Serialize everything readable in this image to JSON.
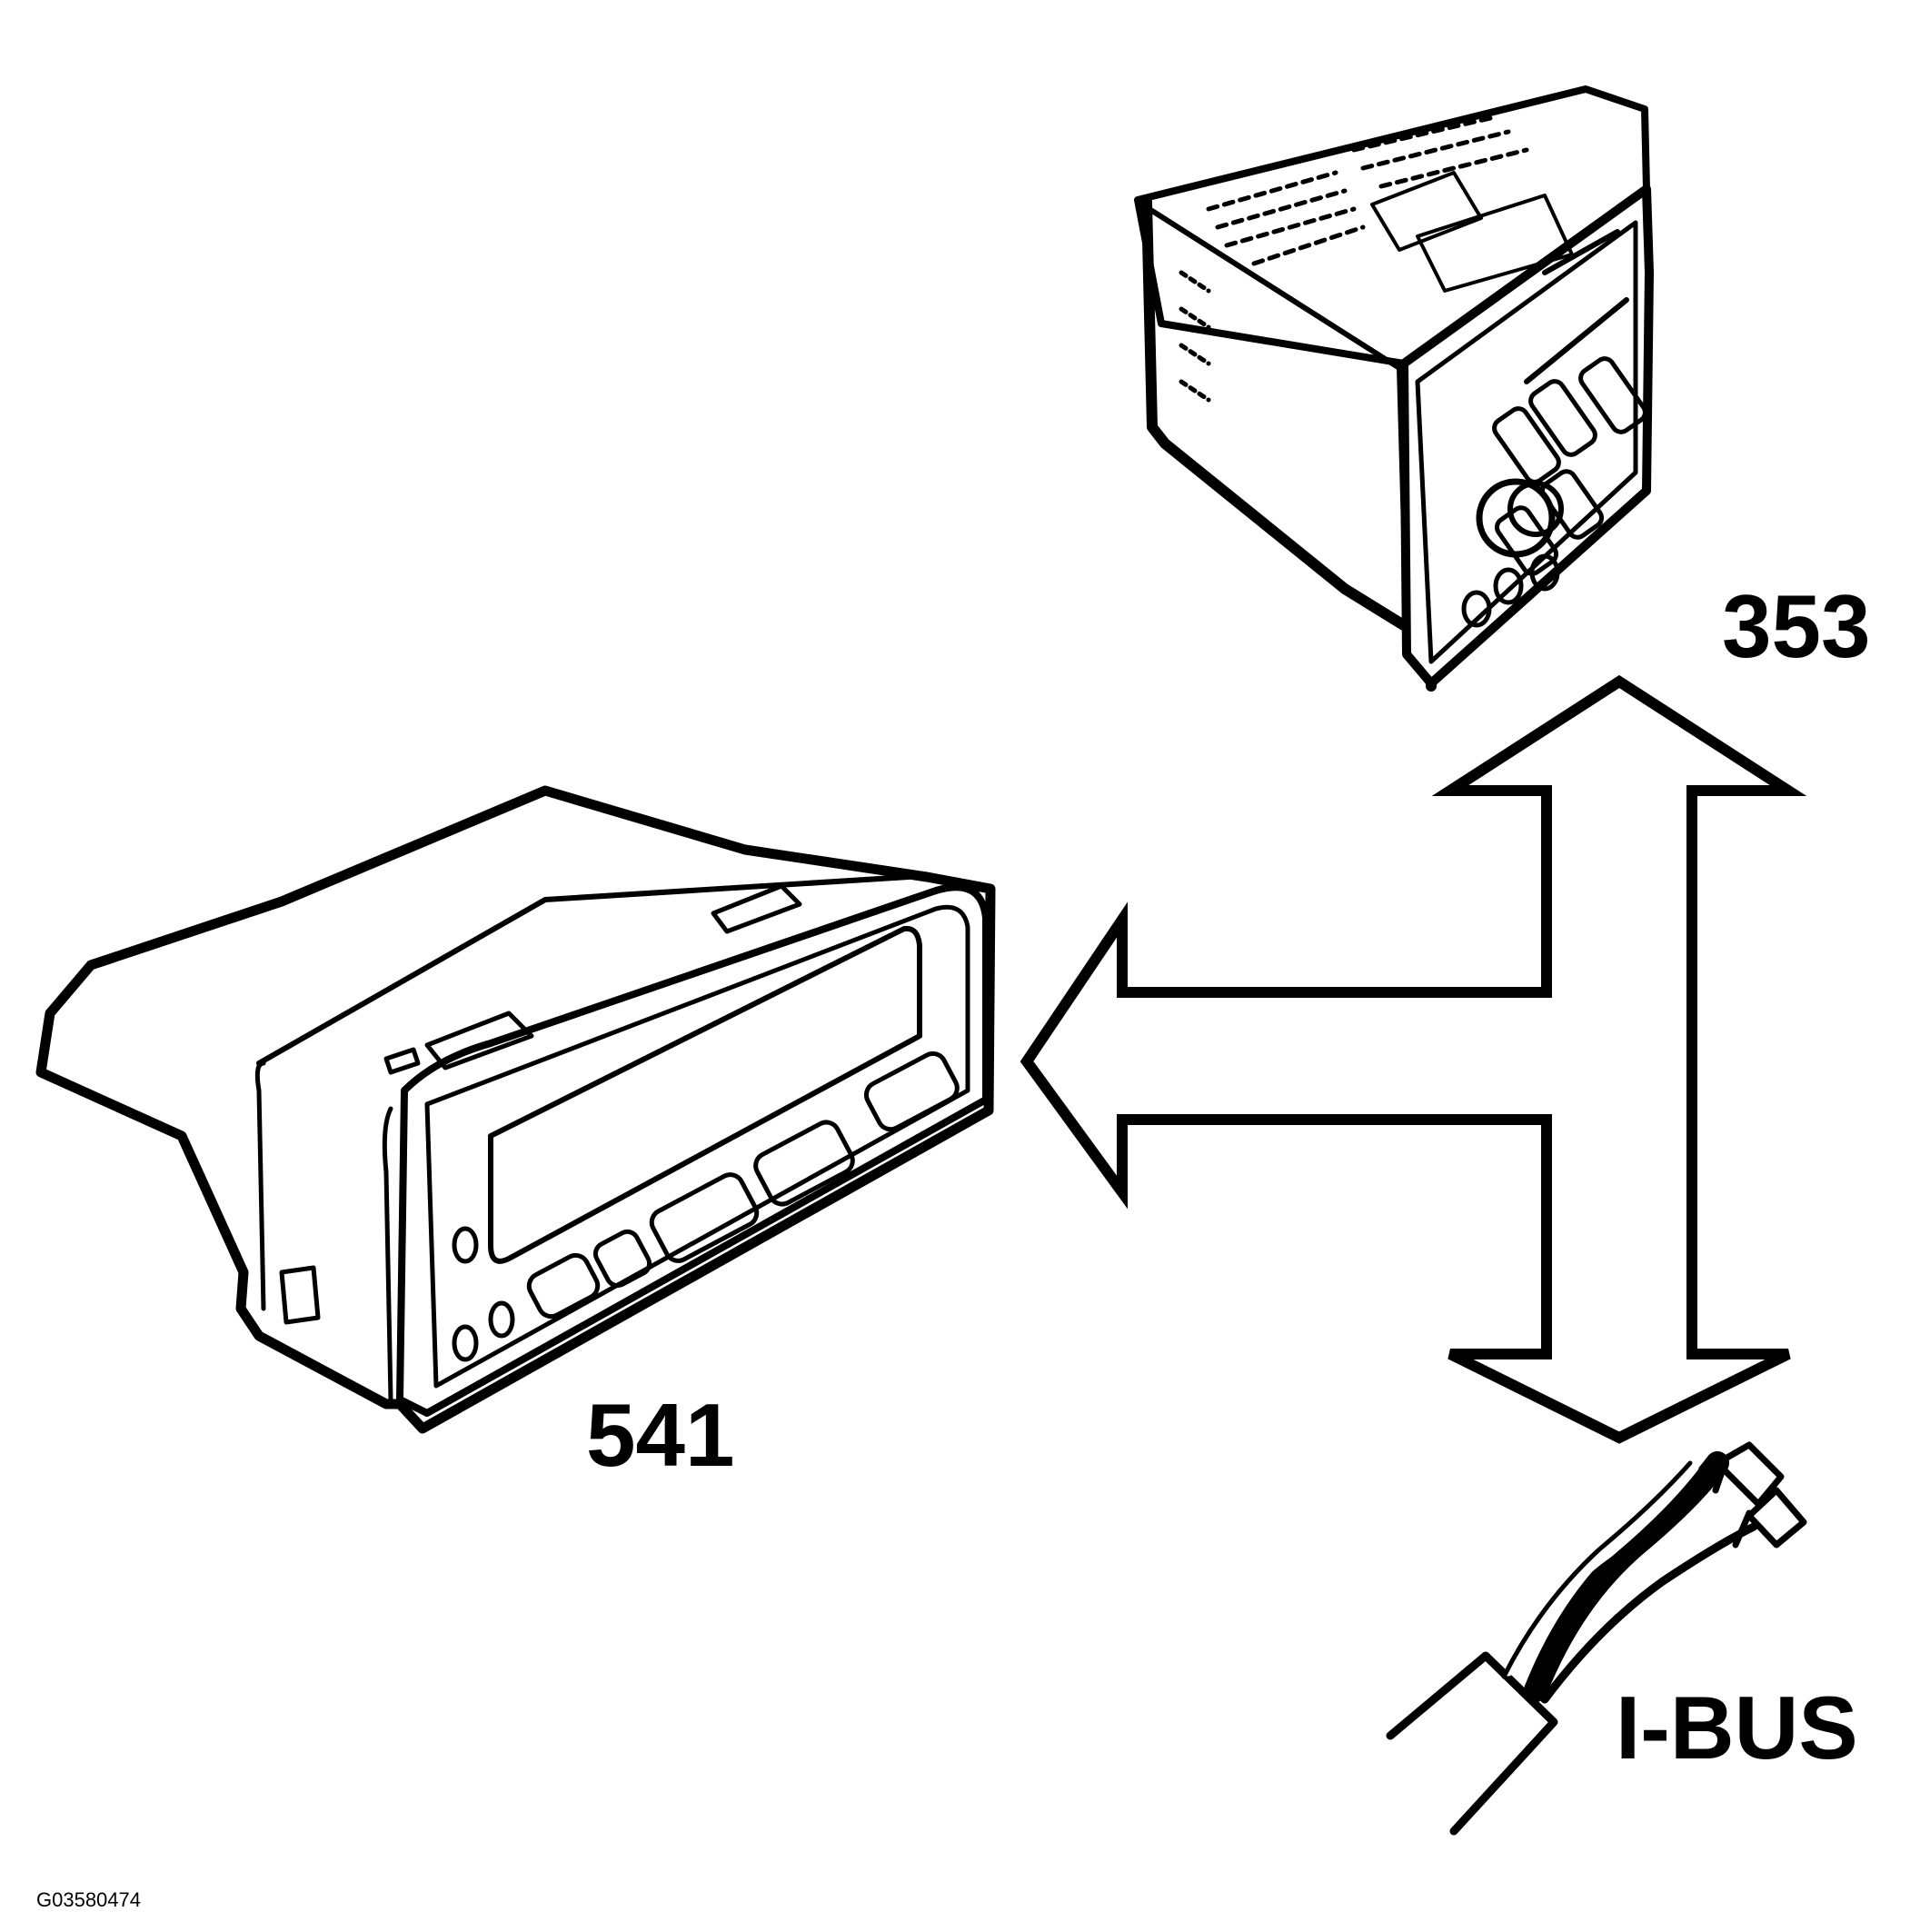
{
  "labels": {
    "radio_unit": "353",
    "display_unit": "541",
    "bus": "I-BUS",
    "figure_code": "G03580474"
  }
}
